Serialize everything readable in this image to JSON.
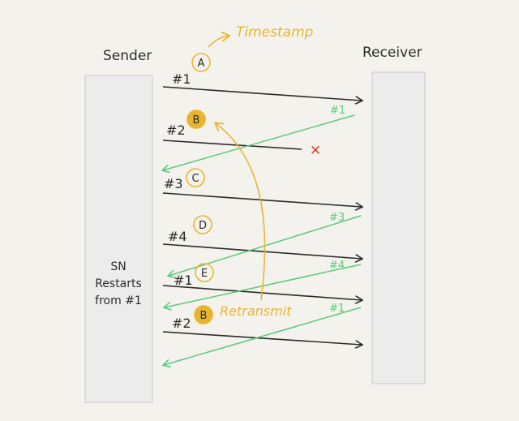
{
  "labels": {
    "sender": "Sender",
    "receiver": "Receiver",
    "timestamp": "Timestamp",
    "retransmit": "Retransmit",
    "sn_restarts_line1": "SN",
    "sn_restarts_line2": "Restarts",
    "sn_restarts_line3": "from #1"
  },
  "packets": [
    {
      "seq": "#1",
      "timestamp": "A"
    },
    {
      "seq": "#2",
      "timestamp": "B"
    },
    {
      "seq": "#3",
      "timestamp": "C"
    },
    {
      "seq": "#4",
      "timestamp": "D"
    },
    {
      "seq": "#1",
      "timestamp": "E"
    },
    {
      "seq": "#2",
      "timestamp": "B"
    }
  ],
  "acks": [
    {
      "label": "#1"
    },
    {
      "label": "#3"
    },
    {
      "label": "#4"
    },
    {
      "label": "#1"
    }
  ],
  "lost_mark": "✕",
  "colors": {
    "background": "#f4f2ed",
    "lane_fill": "#ececec",
    "lane_stroke": "#cfcfcf",
    "ink": "#2b2b2b",
    "ack": "#5cc97a",
    "accent": "#e9b530",
    "lost": "#d9472b"
  }
}
